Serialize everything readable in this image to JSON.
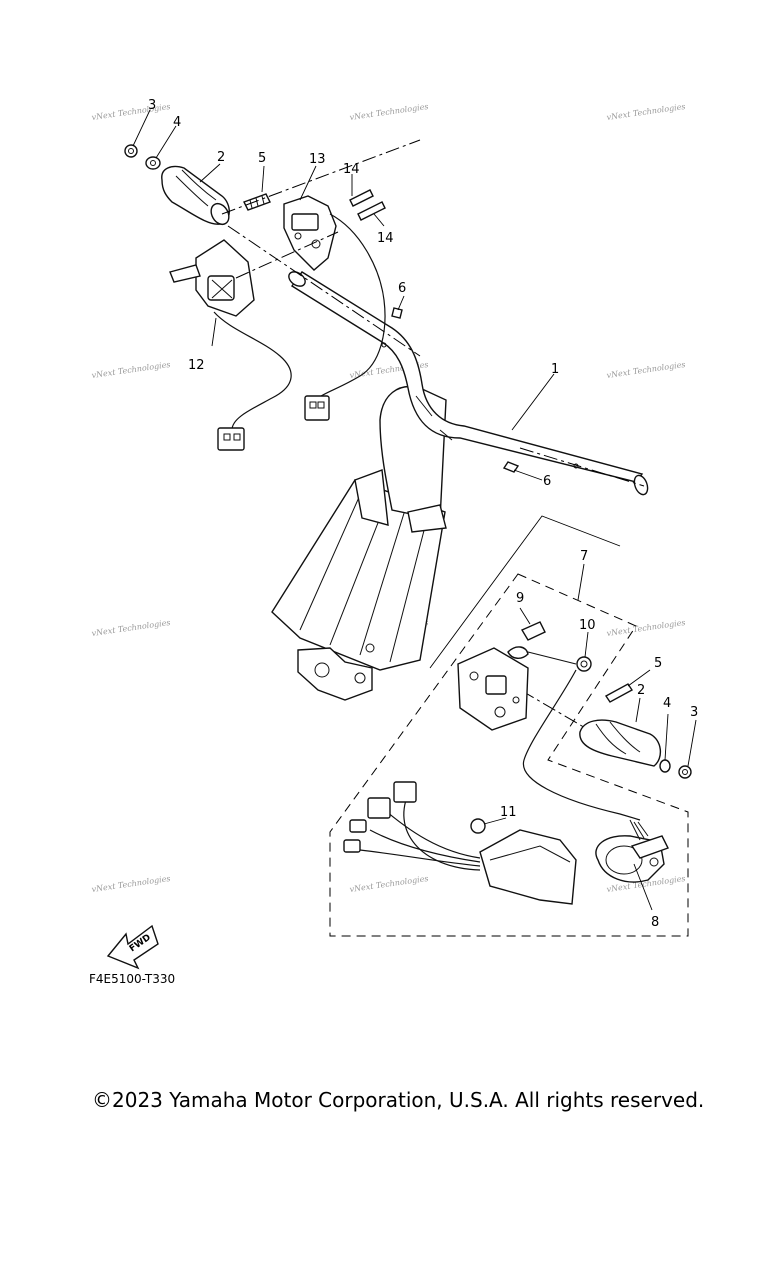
{
  "watermark": "vNext Technologies",
  "callouts": {
    "c1": "1",
    "c2a": "2",
    "c2b": "2",
    "c3a": "3",
    "c3b": "3",
    "c4a": "4",
    "c4b": "4",
    "c5a": "5",
    "c5b": "5",
    "c6a": "6",
    "c6b": "6",
    "c7": "7",
    "c8": "8",
    "c9": "9",
    "c10": "10",
    "c11": "11",
    "c12": "12",
    "c13": "13",
    "c14a": "14",
    "c14b": "14"
  },
  "fwd_label": "FWD",
  "diagram_code": "F4E5100-T330",
  "copyright": "©2023 Yamaha Motor Corporation, U.S.A. All rights reserved."
}
